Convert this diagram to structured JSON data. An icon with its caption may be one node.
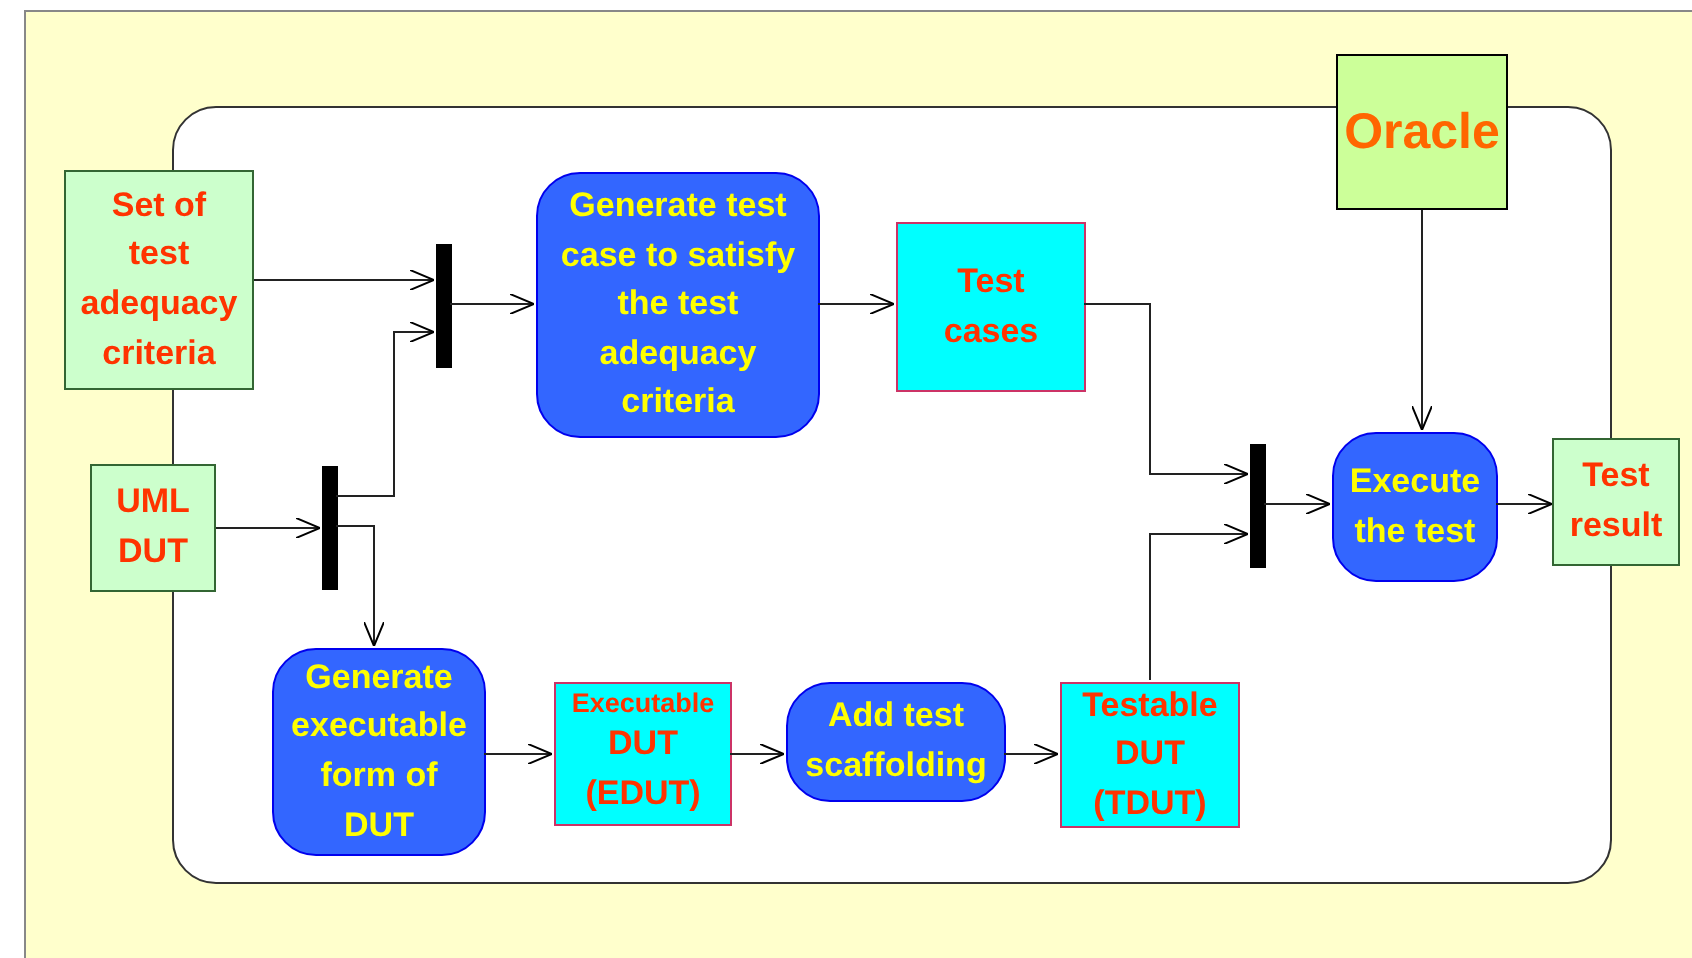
{
  "diagram": {
    "nodes": [
      {
        "text": [],
        "shape": "box"
      },
      {
        "text": [
          "Set of test adequacy criteria"
        ]
      },
      {
        "text": [
          "UML DUT"
        ]
      },
      {
        "text": [],
        "shape": "bar",
        "in": 0
      },
      {
        "text": [],
        "shape": "bar",
        "in": 0
      },
      {
        "text": [
          "Generate test case to satisfy the test adequacy criteria"
        ],
        "in": 0
      },
      {
        "text": [
          "Test cases"
        ],
        "in": 0
      },
      {
        "text": [
          "Oracle"
        ]
      },
      {
        "text": [
          "Generate executable form of DUT"
        ],
        "in": 0
      },
      {
        "text": [
          "Executable",
          "DUT (EDUT)"
        ],
        "in": 0
      },
      {
        "text": [
          "Add test scaffolding"
        ],
        "in": 0
      },
      {
        "text": [
          "Testable DUT (TDUT)"
        ],
        "in": 0
      },
      {
        "text": [],
        "shape": "bar",
        "in": 0
      },
      {
        "text": [
          "Execute the test"
        ],
        "in": 0
      },
      {
        "text": [
          "Test result"
        ]
      }
    ],
    "edges": [
      {
        "from": 1,
        "to": 4,
        "arrow": "to"
      },
      {
        "from": 2,
        "to": 3,
        "arrow": "to"
      },
      {
        "from": 3,
        "to": 4,
        "arrow": "to"
      },
      {
        "from": 3,
        "to": 8,
        "arrow": "to"
      },
      {
        "from": 4,
        "to": 5,
        "arrow": "to"
      },
      {
        "from": 5,
        "to": 6,
        "arrow": "to"
      },
      {
        "from": 6,
        "to": 12,
        "arrow": "to"
      },
      {
        "from": 11,
        "to": 12,
        "arrow": "to"
      },
      {
        "from": 12,
        "to": 13,
        "arrow": "to"
      },
      {
        "from": 7,
        "to": 13,
        "arrow": "to"
      },
      {
        "from": 8,
        "to": 9,
        "arrow": "to"
      },
      {
        "from": 9,
        "to": 10,
        "arrow": "to"
      },
      {
        "from": 10,
        "to": 11,
        "arrow": "to"
      },
      {
        "from": 13,
        "to": 14,
        "arrow": "to"
      }
    ]
  }
}
